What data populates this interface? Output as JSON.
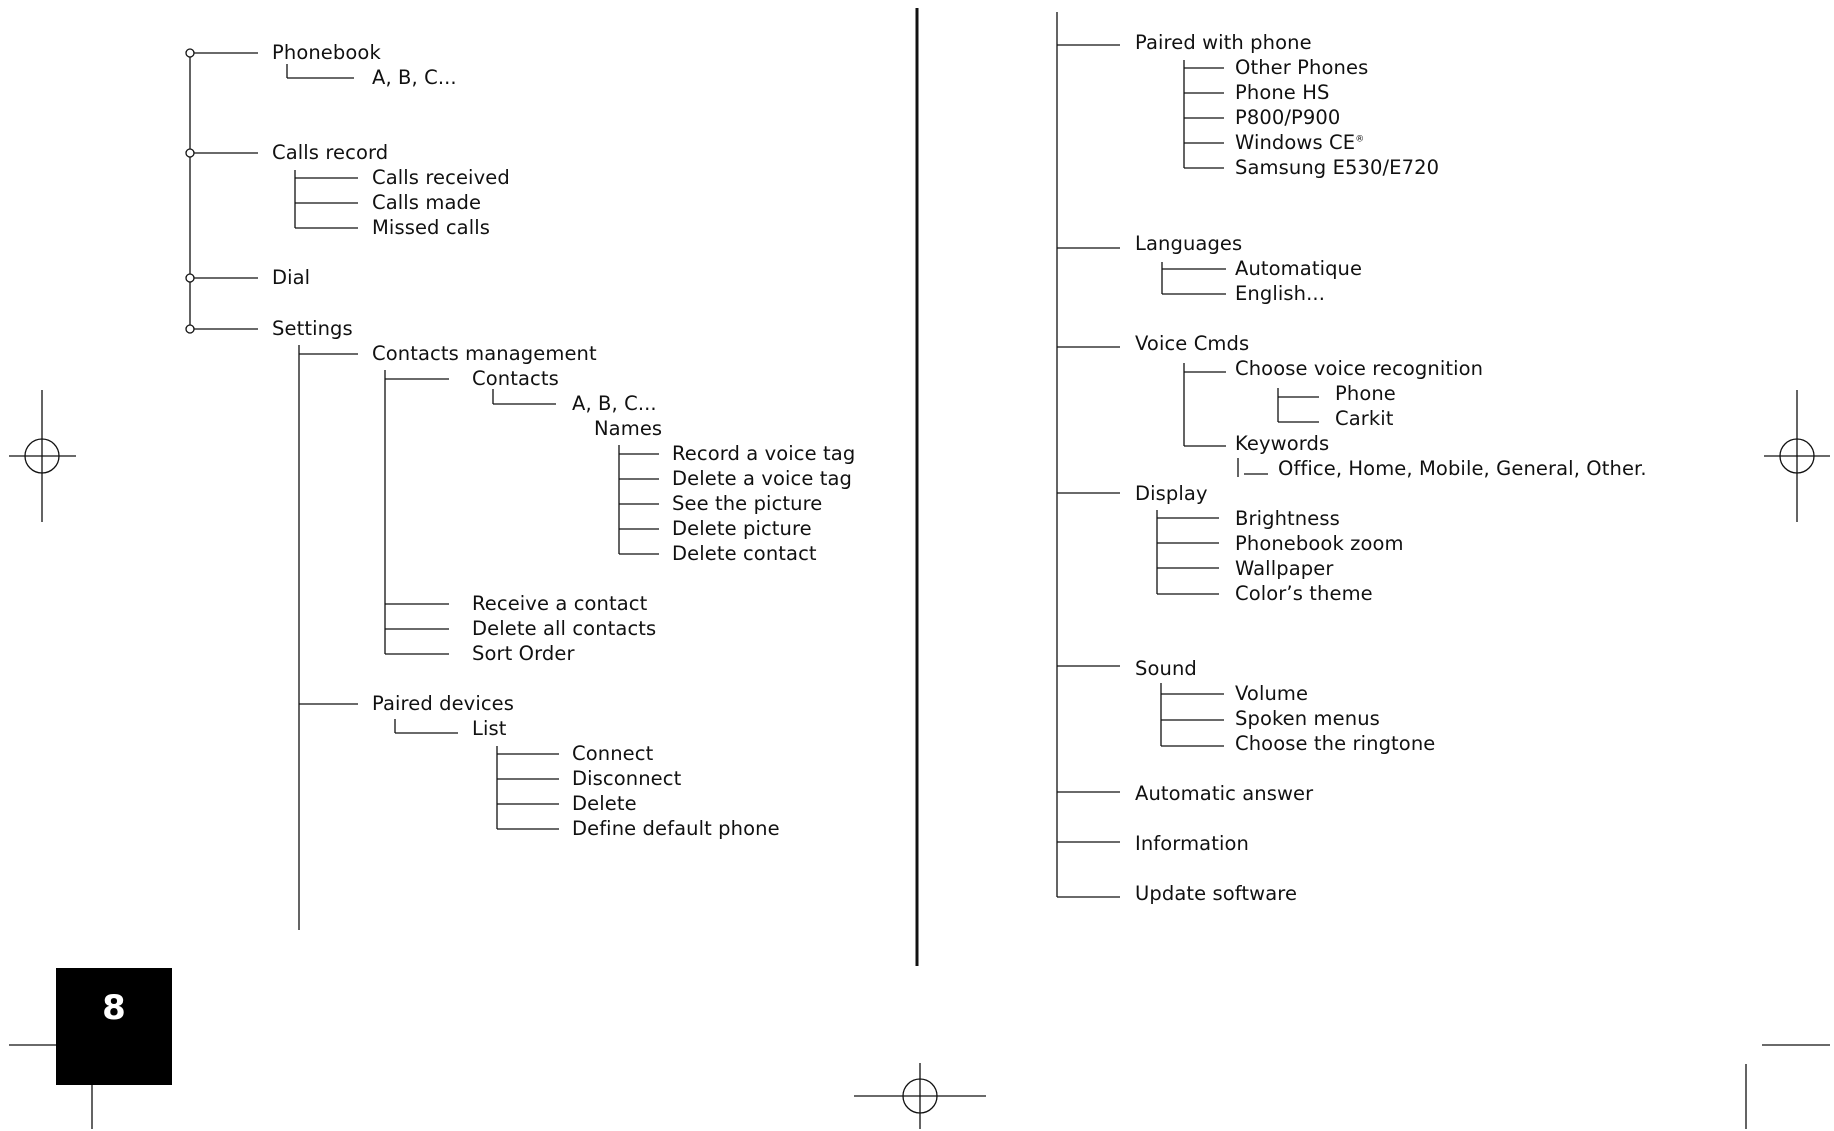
{
  "page_number": "8",
  "left_tree": {
    "phonebook": {
      "label": "Phonebook",
      "children": [
        "A, B, C..."
      ]
    },
    "calls_record": {
      "label": "Calls record",
      "children": [
        "Calls received",
        "Calls made",
        "Missed calls"
      ]
    },
    "dial": {
      "label": "Dial"
    },
    "settings": {
      "label": "Settings",
      "contacts_management": {
        "label": "Contacts management",
        "contacts": {
          "label": "Contacts",
          "abc": "A, B, C...",
          "names": {
            "label": "Names",
            "children": [
              "Record a voice tag",
              "Delete a voice tag",
              "See the picture",
              "Delete picture",
              "Delete contact"
            ]
          }
        },
        "others": [
          "Receive a contact",
          "Delete all contacts",
          "Sort Order"
        ]
      },
      "paired_devices": {
        "label": "Paired devices",
        "list": {
          "label": "List",
          "children": [
            "Connect",
            "Disconnect",
            "Delete",
            "Define default phone"
          ]
        }
      }
    }
  },
  "right_tree": {
    "paired_with_phone": {
      "label": "Paired with phone",
      "children": [
        "Other Phones",
        "Phone HS",
        "P800/P900",
        "Windows CE",
        "Samsung E530/E720"
      ],
      "registered_mark": "®"
    },
    "languages": {
      "label": "Languages",
      "children": [
        "Automatique",
        "English..."
      ]
    },
    "voice_cmds": {
      "label": "Voice Cmds",
      "choose_voice_recognition": {
        "label": "Choose voice recognition",
        "children": [
          "Phone",
          "Carkit"
        ]
      },
      "keywords": {
        "label": "Keywords",
        "children": [
          "Office, Home, Mobile, General, Other."
        ]
      }
    },
    "display": {
      "label": "Display",
      "children": [
        "Brightness",
        "Phonebook zoom",
        "Wallpaper",
        "Color’s theme"
      ]
    },
    "sound": {
      "label": "Sound",
      "children": [
        "Volume",
        "Spoken menus",
        "Choose the ringtone"
      ]
    },
    "automatic_answer": {
      "label": "Automatic answer"
    },
    "information": {
      "label": "Information"
    },
    "update_software": {
      "label": "Update software"
    }
  }
}
